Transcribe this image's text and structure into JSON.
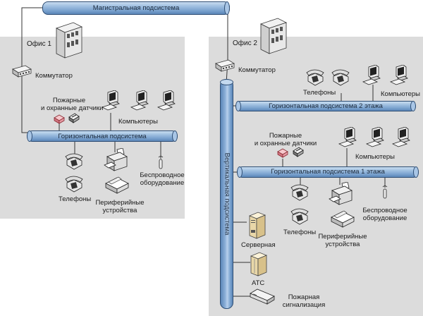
{
  "backbone": {
    "label": "Магистральная подсистема"
  },
  "office1": {
    "label": "Офис 1",
    "switch_label": "Коммутатор",
    "horizontal_label": "Горизонтальная подсистема",
    "sensors_label_1": "Пожарные",
    "sensors_label_2": "и охранные датчики",
    "computers_label": "Компьютеры",
    "phones_label": "Телефоны",
    "peripherals_label_1": "Периферийные",
    "peripherals_label_2": "устройства",
    "wireless_label_1": "Беспроводное",
    "wireless_label_2": "оборудование"
  },
  "office2": {
    "label": "Офис 2",
    "switch_label": "Коммутатор",
    "vertical_label": "Вертикальная подсистема",
    "floor2": {
      "horizontal_label": "Горизонтальная подсистема 2 этажа",
      "phones_label": "Телефоны",
      "computers_label": "Компьютеры"
    },
    "floor1": {
      "horizontal_label": "Горизонтальная подсистема 1 этажа",
      "sensors_label_1": "Пожарные",
      "sensors_label_2": "и охранные датчики",
      "computers_label": "Компьютеры",
      "phones_label": "Телефоны",
      "peripherals_label_1": "Периферийные",
      "peripherals_label_2": "устройства",
      "wireless_label_1": "Беспроводное",
      "wireless_label_2": "оборудование"
    },
    "server_label": "Серверная",
    "pbx_label": "АТС",
    "fire_alarm_label_1": "Пожарная",
    "fire_alarm_label_2": "сигнализация"
  },
  "colors": {
    "pipe": "#7ba3cf",
    "pipe_border": "#2e4d73",
    "office_bg": "#dcdcdc",
    "sensor_red": "#e8a0a8"
  }
}
